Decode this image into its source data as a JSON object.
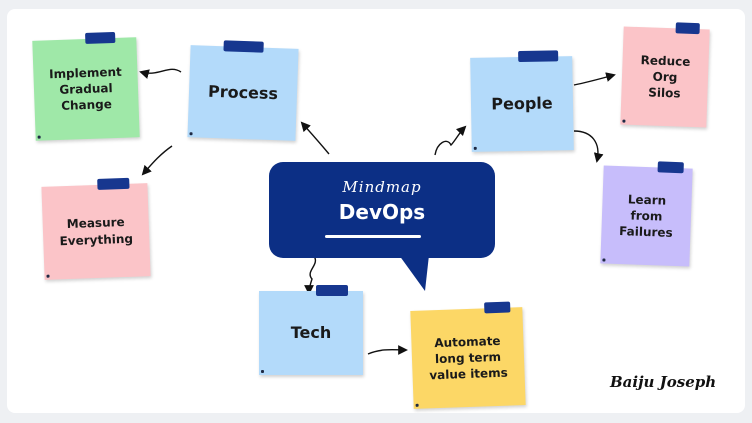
{
  "center": {
    "subtitle": "Mindmap",
    "title": "DevOps"
  },
  "nodes": {
    "process": "Process",
    "people": "People",
    "tech": "Tech",
    "implement": "Implement\nGradual\nChange",
    "measure": "Measure\nEverything",
    "reduce": "Reduce\nOrg\nSilos",
    "learn": "Learn\nfrom\nFailures",
    "automate": "Automate\nlong term\nvalue items"
  },
  "signature": "Baiju Joseph",
  "colors": {
    "navy": "#0c2f85",
    "tape": "#17378f",
    "blue_note": "#b3dafa",
    "green_note": "#9fe8a8",
    "pink_note": "#fbc4c8",
    "purple_note": "#c7bdfb",
    "yellow_note": "#fcd766"
  }
}
